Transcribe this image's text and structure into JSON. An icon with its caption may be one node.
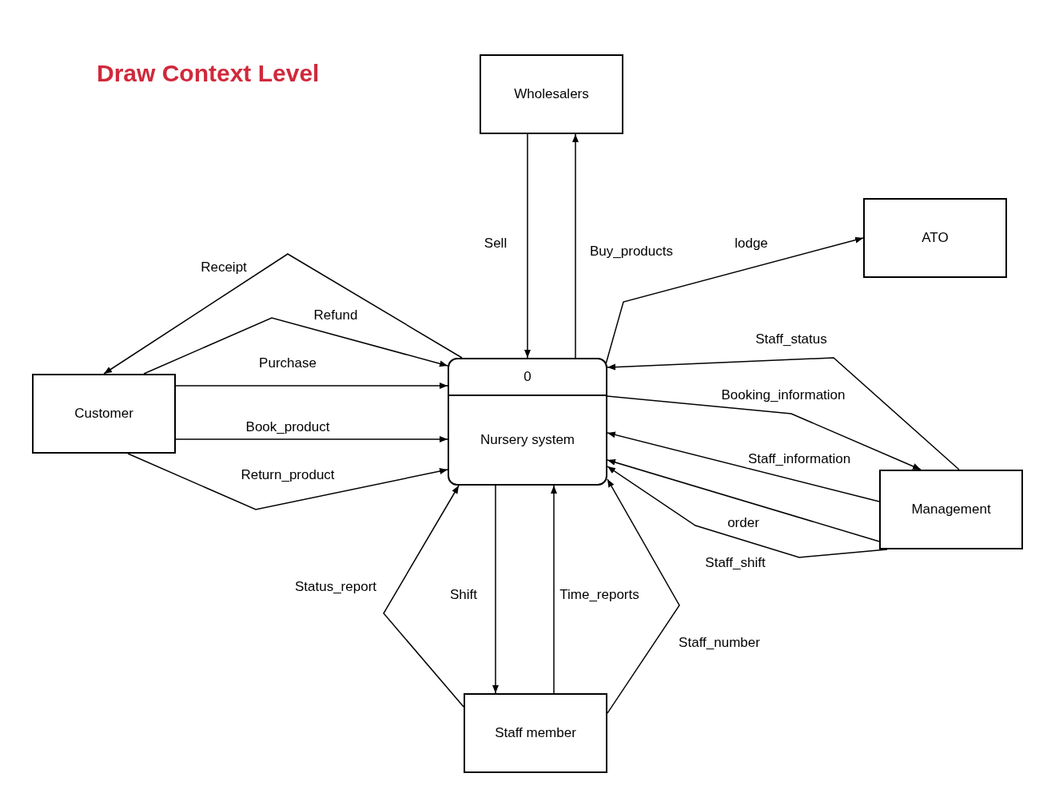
{
  "diagram": {
    "title": "Draw Context Level",
    "nodes": [
      {
        "text": [
          "Wholesalers"
        ]
      },
      {
        "text": [
          "ATO"
        ]
      },
      {
        "text": [
          "Customer"
        ]
      },
      {
        "text": [
          "0",
          "Nursery system"
        ]
      },
      {
        "text": [
          "Management"
        ]
      },
      {
        "text": [
          "Staff member"
        ]
      }
    ],
    "edges": [
      {
        "from": 0,
        "to": 3,
        "arrow": "to",
        "label": "Sell"
      },
      {
        "from": 3,
        "to": 0,
        "arrow": "to",
        "label": "Buy_products"
      },
      {
        "from": 3,
        "to": 1,
        "arrow": "to",
        "label": "lodge"
      },
      {
        "from": 3,
        "to": 2,
        "arrow": "to",
        "label": "Receipt"
      },
      {
        "from": 2,
        "to": 3,
        "arrow": "to",
        "label": "Refund"
      },
      {
        "from": 2,
        "to": 3,
        "arrow": "to",
        "label": "Purchase"
      },
      {
        "from": 2,
        "to": 3,
        "arrow": "to",
        "label": "Book_product"
      },
      {
        "from": 2,
        "to": 3,
        "arrow": "to",
        "label": "Return_product"
      },
      {
        "from": 4,
        "to": 3,
        "arrow": "to",
        "label": "Staff_status"
      },
      {
        "from": 3,
        "to": 4,
        "arrow": "to",
        "label": "Booking_information"
      },
      {
        "from": 4,
        "to": 3,
        "arrow": "to",
        "label": "Staff_information"
      },
      {
        "from": 4,
        "to": 3,
        "arrow": "to",
        "label": "order"
      },
      {
        "from": 4,
        "to": 3,
        "arrow": "to",
        "label": "Staff_shift"
      },
      {
        "from": 5,
        "to": 3,
        "arrow": "to",
        "label": "Status_report"
      },
      {
        "from": 3,
        "to": 5,
        "arrow": "to",
        "label": "Shift"
      },
      {
        "from": 5,
        "to": 3,
        "arrow": "to",
        "label": "Time_reports"
      },
      {
        "from": 5,
        "to": 3,
        "arrow": "to",
        "label": "Staff_number"
      }
    ]
  }
}
